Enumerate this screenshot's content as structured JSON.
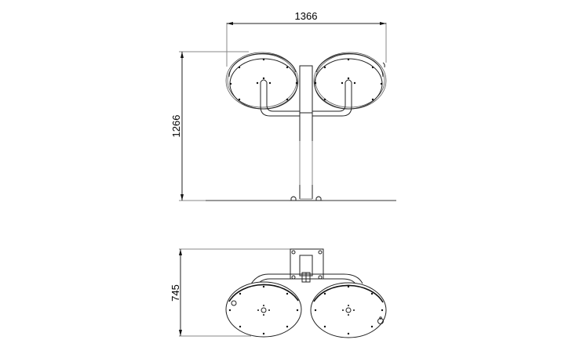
{
  "drawing": {
    "front_view": {
      "width_dimension": "1366",
      "height_dimension": "1266"
    },
    "top_view": {
      "depth_dimension": "745"
    },
    "colors": {
      "line": "#222222",
      "dimension_line": "#888888",
      "background": "#ffffff"
    }
  }
}
